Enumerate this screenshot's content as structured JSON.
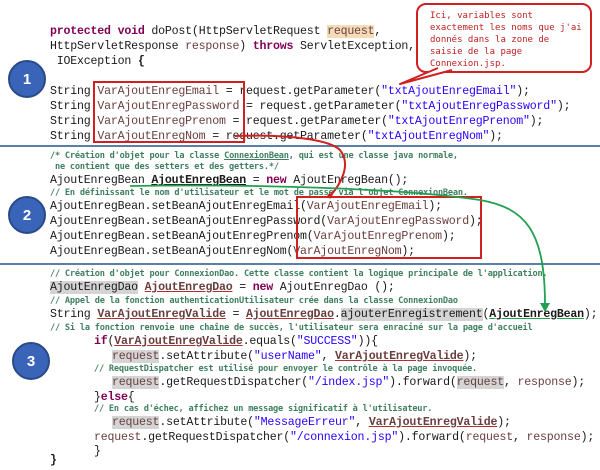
{
  "callout": {
    "text": "Ici, variables sont\nexactement les noms que j'ai\ndonnés dans la zone de\nsaisie de la page\nConnexion.jsp."
  },
  "steps": [
    {
      "number": "1"
    },
    {
      "number": "2"
    },
    {
      "number": "3"
    }
  ],
  "colors": {
    "step_circle": "#3a64b8",
    "separator": "#5b7fa6",
    "highlight_box": "#d02020",
    "arrow_green": "#20a050",
    "comment": "#3f7f5f",
    "keyword": "#7f0055",
    "string": "#2a00ff"
  },
  "header": {
    "kw1": "protected",
    "kw2": "void",
    "sig1": "doPost(HttpServletRequest ",
    "p_request": "request",
    "comma": ",",
    "sig2a": "HttpServletResponse ",
    "p_response": "response",
    "sig2b": ") ",
    "kw_throws": "throws",
    "sig2c": " ServletException,",
    "sig3": " IOException ",
    "brace": "{"
  },
  "section1": {
    "lines": [
      {
        "type": "String ",
        "var": "VarAjoutEnregEmail",
        "mid": " = request.getParameter(",
        "str": "\"txtAjoutEnregEmail\"",
        "end": ");"
      },
      {
        "type": "String ",
        "var": "VarAjoutEnregPassword",
        "mid": " = request.getParameter(",
        "str": "\"txtAjoutEnregPassword\"",
        "end": ");"
      },
      {
        "type": "String ",
        "var": "VarAjoutEnregPrenom",
        "mid": " = request.getParameter(",
        "str": "\"txtAjoutEnregPrenom\"",
        "end": ");"
      },
      {
        "type": "String ",
        "var": "VarAjoutEnregNom",
        "mid": " = request.getParameter(",
        "str": "\"txtAjoutEnregNom\"",
        "end": ");"
      }
    ]
  },
  "section2": {
    "comment1a": "/* Création d'objet pour la classe ",
    "comment1b": "ConnexionBean",
    "comment1c": ", qui est une classe java normale,",
    "comment2": " ne contient que des setters et des getters.*/",
    "decl_type": "AjoutEnregBean ",
    "decl_var": "AjoutEnregBean",
    "decl_eq": " = ",
    "decl_new": "new",
    "decl_end": " AjoutEnregBean();",
    "comment3": "// En définissant le nom d'utilisateur et le mot de passe via l'objet ConnexionBean.",
    "setters": [
      {
        "call": "AjoutEnregBean.setBeanAjoutEnregEmail(",
        "arg": "VarAjoutEnregEmail",
        "end": ");"
      },
      {
        "call": "AjoutEnregBean.setBeanAjoutEnregPassword(",
        "arg": "VarAjoutEnregPassword",
        "end": ");"
      },
      {
        "call": "AjoutEnregBean.setBeanAjoutEnregPrenom(",
        "arg": "VarAjoutEnregPrenom",
        "end": ");"
      },
      {
        "call": "AjoutEnregBean.setBeanAjoutEnregNom(",
        "arg": "VarAjoutEnregNom",
        "end": ");"
      }
    ]
  },
  "section3": {
    "comment1": "// Création d'objet pour ConnexionDao. Cette classe contient la logique principale de l'application.",
    "dao_type": "AjoutEnregDao",
    "dao_var": "AjoutEnregDao",
    "dao_eq": " = ",
    "dao_new": "new",
    "dao_end": " AjoutEnregDao ();",
    "comment2": "// Appel de la fonction authenticationUtilisateur crée dans la classe ConnexionDao",
    "call_type": "String ",
    "call_var": "VarAjoutEnregValide",
    "call_eq": " = ",
    "call_obj": "AjoutEnregDao",
    "call_dot": ".",
    "call_method": "ajouterEnregistrement",
    "call_open": "(",
    "call_arg": "AjoutEnregBean",
    "call_end": ");",
    "comment3": "// Si la fonction renvoie une chaîne de succès, l'utilisateur sera enraciné sur la page d'accueil",
    "if_kw": "if",
    "if_open": "(",
    "if_var": "VarAjoutEnregValide",
    "if_mid": ".equals(",
    "if_str": "\"SUCCESS\"",
    "if_end": ")){",
    "set1_obj": "request",
    "set1_mid": ".setAttribute(",
    "set1_str": "\"userName\"",
    "set1_comma": ", ",
    "set1_var": "VarAjoutEnregValide",
    "set1_end": ");",
    "comment4": "// RequestDispatcher est utilisé pour envoyer le contrôle à la page invoquée.",
    "fwd1_obj": "request",
    "fwd1_mid": ".getRequestDispatcher(",
    "fwd1_str": "\"/index.jsp\"",
    "fwd1_mid2": ").forward(",
    "fwd1_req": "request",
    "fwd1_comma": ", ",
    "fwd1_resp": "response",
    "fwd1_end": ");",
    "else_open": "}",
    "else_kw": "else",
    "else_brace": "{",
    "comment5": "// En cas d'échec, affichez un message significatif à l'utilisateur.",
    "set2_obj": "request",
    "set2_mid": ".setAttribute(",
    "set2_str": "\"MessageErreur\"",
    "set2_comma": ", ",
    "set2_var": "VarAjoutEnregValide",
    "set2_end": ");",
    "fwd2_obj": "request",
    "fwd2_mid": ".getRequestDispatcher(",
    "fwd2_str": "\"/connexion.jsp\"",
    "fwd2_mid2": ").forward(",
    "fwd2_req": "request",
    "fwd2_comma": ", ",
    "fwd2_resp": "response",
    "fwd2_end": ");",
    "close_inner": "}",
    "close_outer": "}"
  }
}
